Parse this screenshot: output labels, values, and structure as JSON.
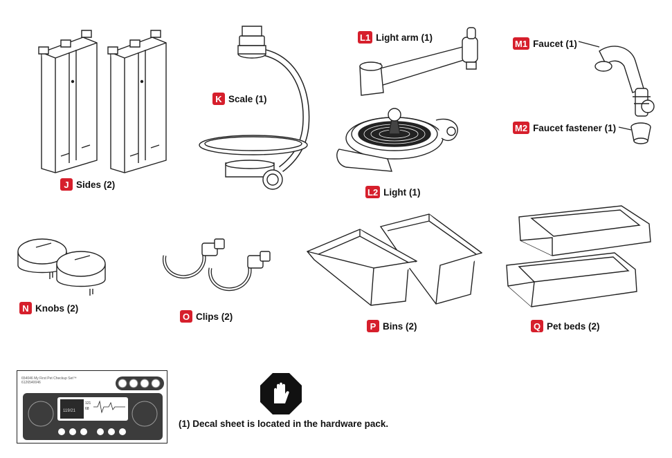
{
  "parts": [
    {
      "id": "sides",
      "letter": "J",
      "name": "Sides",
      "qty": "(2)"
    },
    {
      "id": "scale",
      "letter": "K",
      "name": "Scale",
      "qty": "(1)"
    },
    {
      "id": "light-arm",
      "letter": "L1",
      "name": "Light arm",
      "qty": "(1)"
    },
    {
      "id": "light",
      "letter": "L2",
      "name": "Light",
      "qty": "(1)"
    },
    {
      "id": "faucet",
      "letter": "M1",
      "name": "Faucet",
      "qty": "(1)"
    },
    {
      "id": "faucet-fastener",
      "letter": "M2",
      "name": "Faucet fastener",
      "qty": "(1)"
    },
    {
      "id": "knobs",
      "letter": "N",
      "name": "Knobs",
      "qty": "(2)"
    },
    {
      "id": "clips",
      "letter": "O",
      "name": "Clips",
      "qty": "(2)"
    },
    {
      "id": "bins",
      "letter": "P",
      "name": "Bins",
      "qty": "(2)"
    },
    {
      "id": "pet-beds",
      "letter": "Q",
      "name": "Pet beds",
      "qty": "(2)"
    }
  ],
  "decal": {
    "title_line1": "654046 My First Pet Checkup Set™",
    "title_line2": "6126540046",
    "screen_left": "119/21",
    "screen_mid": "121\n68"
  },
  "note": "(1) Decal sheet is located in the hardware pack.",
  "colors": {
    "accent": "#d61f2c",
    "outline": "#222222",
    "decal_panel": "#3c3c3c"
  }
}
